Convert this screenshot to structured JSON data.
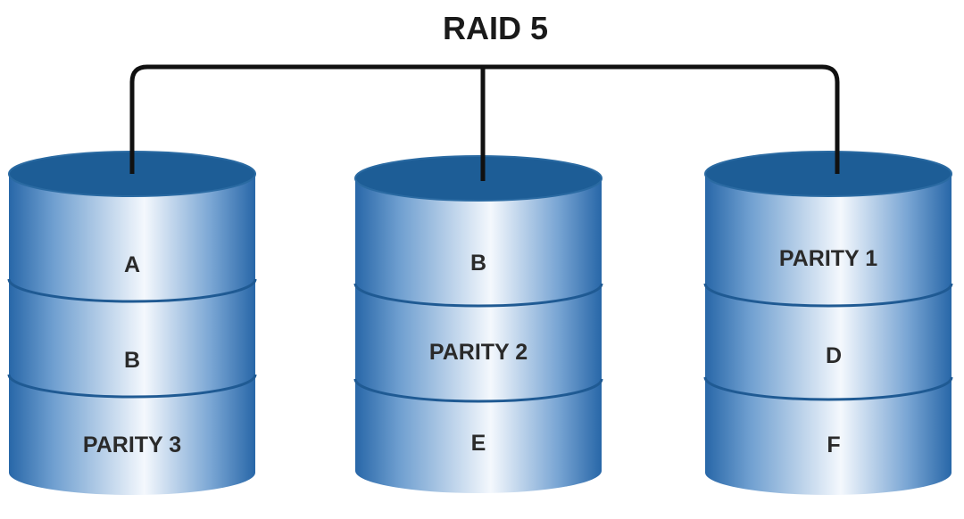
{
  "title": "RAID 5",
  "colors": {
    "disk_top": "#1d5d96",
    "disk_top_rim": "#2a6aa2",
    "disk_edge": "#2867a8",
    "disk_highlight": "#f4f8fd",
    "divider": "#1f5a93",
    "connector": "#111111"
  },
  "disks": [
    {
      "segments": [
        "A",
        "B",
        "PARITY 3"
      ]
    },
    {
      "segments": [
        "B",
        "PARITY 2",
        "E"
      ]
    },
    {
      "segments": [
        "PARITY 1",
        "D",
        "F"
      ]
    }
  ]
}
